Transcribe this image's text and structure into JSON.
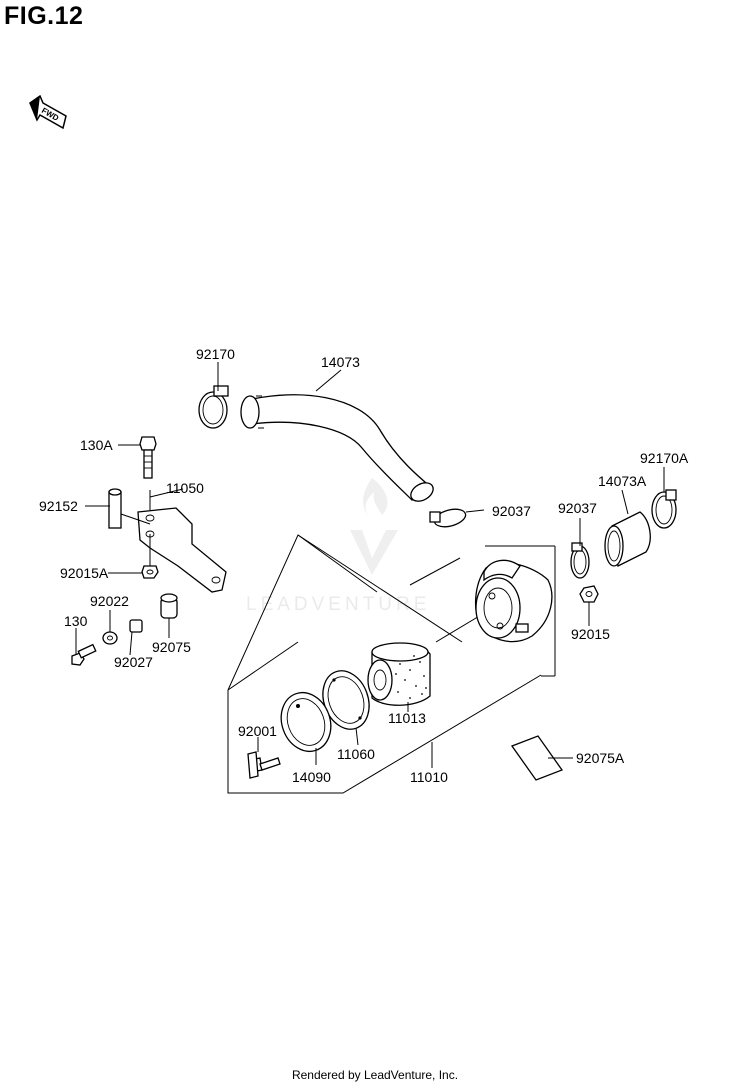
{
  "title": "FIG.12",
  "fwd_label": "FWD",
  "watermark": "LEADVENTURE",
  "footer": "Rendered by LeadVenture, Inc.",
  "parts": [
    {
      "id": "p92170",
      "label": "92170"
    },
    {
      "id": "p14073",
      "label": "14073"
    },
    {
      "id": "p130A",
      "label": "130A"
    },
    {
      "id": "p11050",
      "label": "11050"
    },
    {
      "id": "p92152",
      "label": "92152"
    },
    {
      "id": "p92015A",
      "label": "92015A"
    },
    {
      "id": "p92022",
      "label": "92022"
    },
    {
      "id": "p130",
      "label": "130"
    },
    {
      "id": "p92027",
      "label": "92027"
    },
    {
      "id": "p92075",
      "label": "92075"
    },
    {
      "id": "p92037a",
      "label": "92037"
    },
    {
      "id": "p92037b",
      "label": "92037"
    },
    {
      "id": "p14073A",
      "label": "14073A"
    },
    {
      "id": "p92170A",
      "label": "92170A"
    },
    {
      "id": "p92015",
      "label": "92015"
    },
    {
      "id": "p11013",
      "label": "11013"
    },
    {
      "id": "p92001",
      "label": "92001"
    },
    {
      "id": "p11060",
      "label": "11060"
    },
    {
      "id": "p14090",
      "label": "14090"
    },
    {
      "id": "p11010",
      "label": "11010"
    },
    {
      "id": "p92075A",
      "label": "92075A"
    }
  ]
}
